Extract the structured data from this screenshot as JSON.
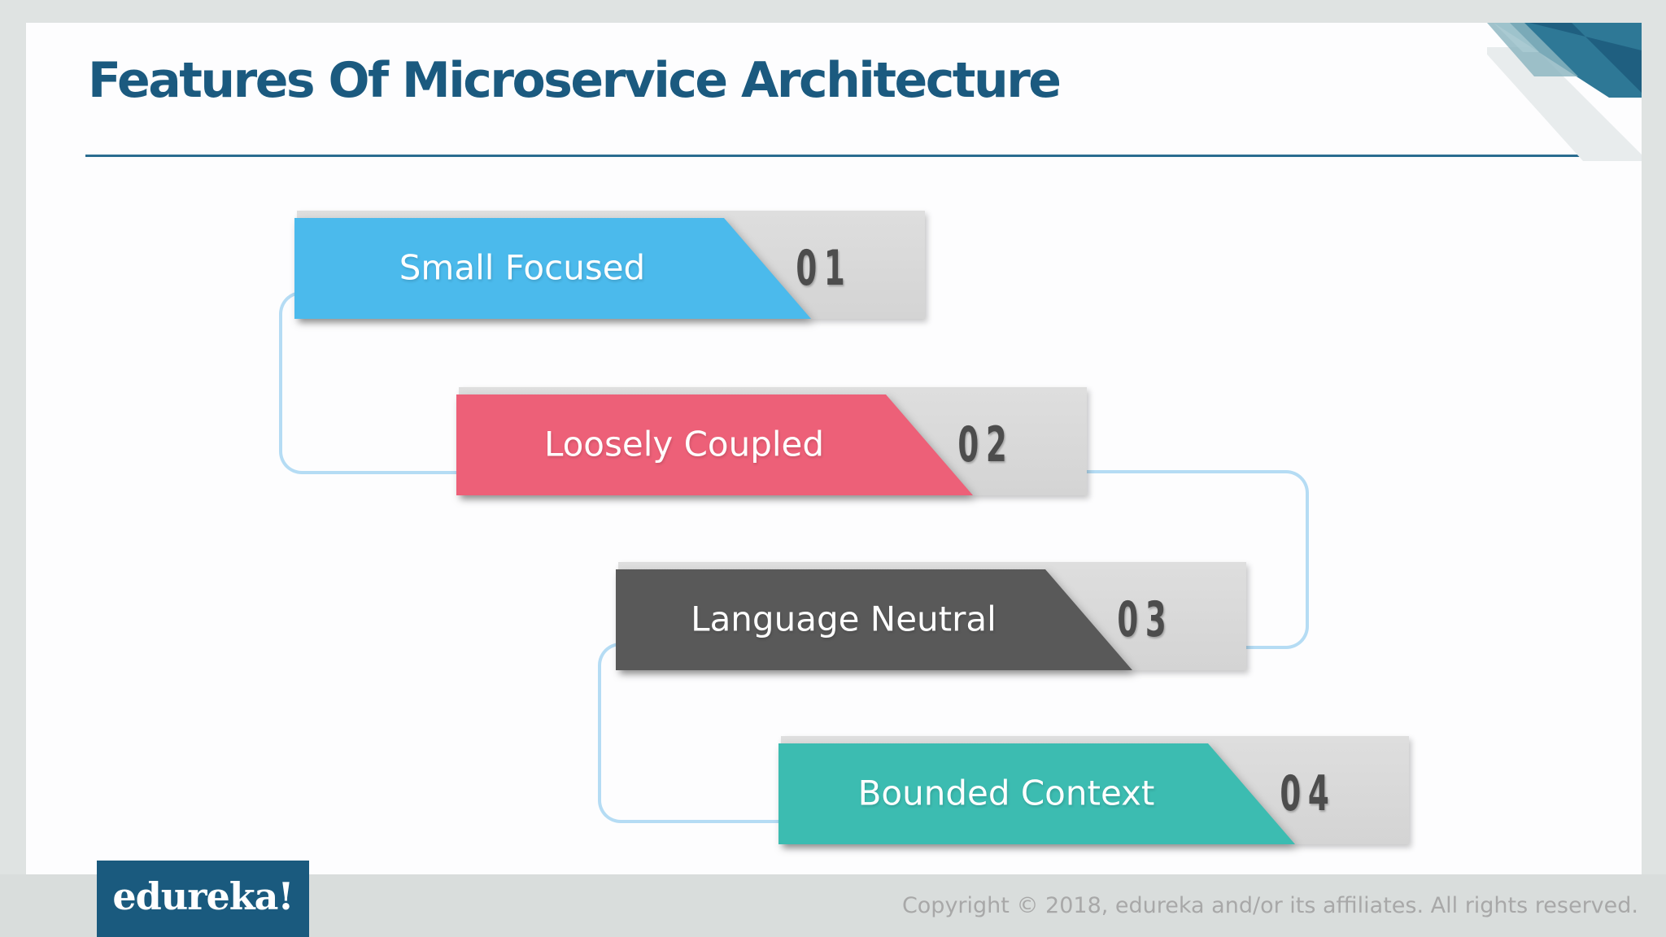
{
  "slide": {
    "title": "Features Of Microservice Architecture",
    "title_color": "#1b5a7f",
    "copyright": "Copyright © 2018, edureka and/or its affiliates. All rights reserved.",
    "logo_text": "edureka!",
    "logo_bg": "#1a5a7e"
  },
  "banners": [
    {
      "label": "Small Focused",
      "number": "01",
      "color": "#4bbaec"
    },
    {
      "label": "Loosely Coupled",
      "number": "02",
      "color": "#ed6078"
    },
    {
      "label": "Language Neutral",
      "number": "03",
      "color": "#595959"
    },
    {
      "label": "Bounded Context",
      "number": "04",
      "color": "#3cbcb1"
    }
  ],
  "colors": {
    "outer_background": "#dfe3e2",
    "card_background": "#fdfdfe",
    "footer_background": "#d9dddc",
    "number_plate": "#d6d6d6",
    "number_text": "#4d4d4d",
    "connector_line": "#b5dcf4",
    "title_underline": "#2a6c90",
    "corner_decoration": [
      "#e8eced",
      "#2e7896",
      "#1e5d7e",
      "#8bb4c0"
    ]
  }
}
